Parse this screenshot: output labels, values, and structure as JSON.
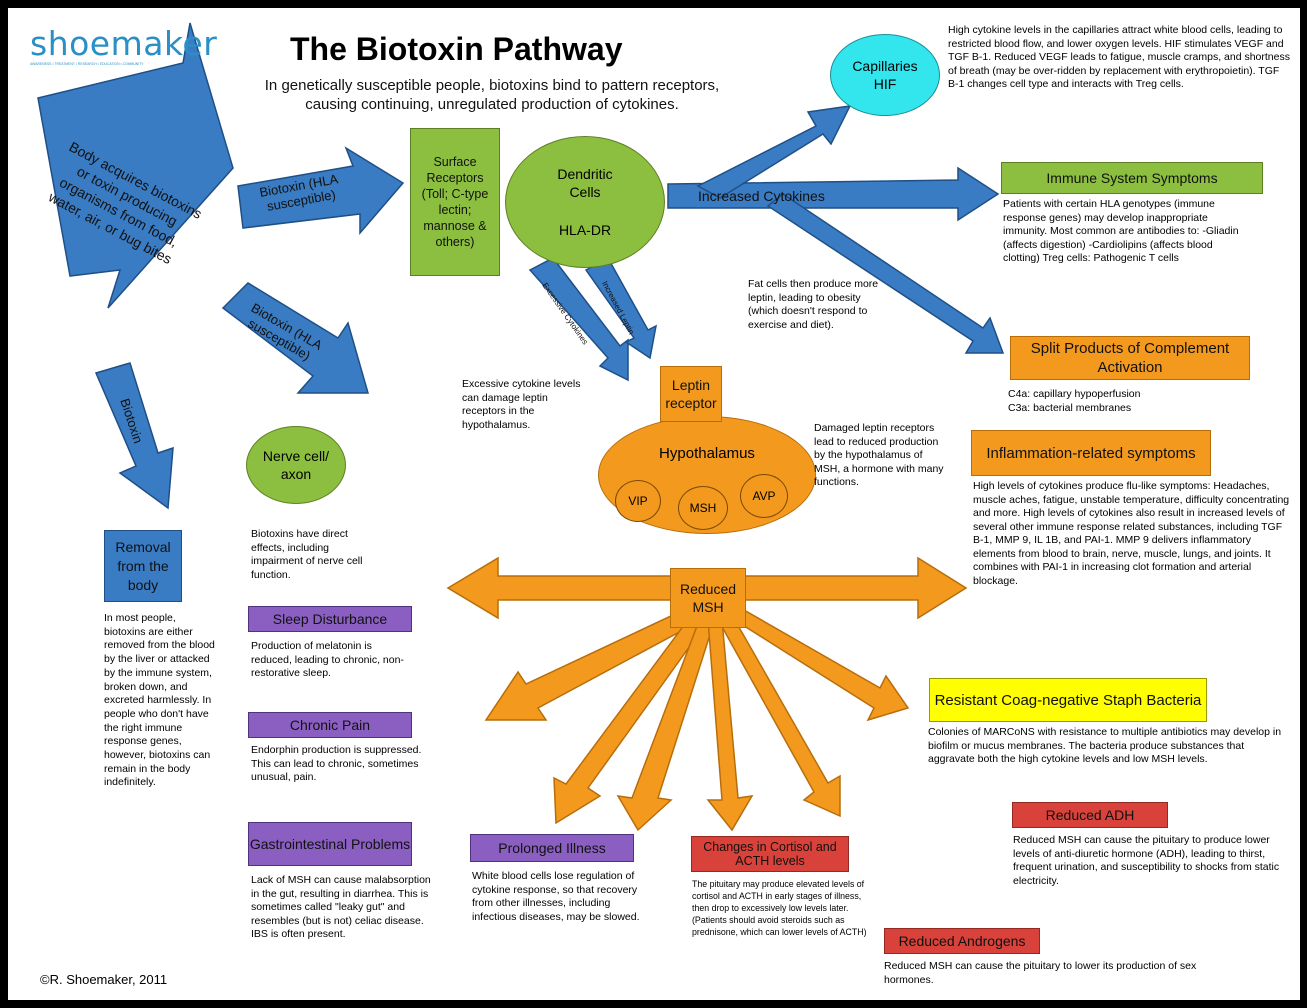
{
  "header": {
    "logo_text": "shoemaker",
    "logo_tagline": "AWARENESS • TREATMENT • RESEARCH • EDUCATION • COMMUNITY",
    "title": "The Biotoxin Pathway",
    "subtitle_line1": "In genetically susceptible people, biotoxins bind to pattern receptors,",
    "subtitle_line2": "causing continuing, unregulated production of cytokines."
  },
  "arrows": {
    "body_acquires": "Body acquires biotoxins or toxin producing organisms from food, water, air, or bug bites",
    "biotoxin_upper": "Biotoxin (HLA susceptible)",
    "biotoxin_middle": "Biotoxin (HLA susceptible)",
    "biotoxin_down": "Biotoxin",
    "increased_cytokines": "Increased Cytokines",
    "excessive_cytokines": "Excessive Cytokines",
    "increased_leptin": "Increased Leptin"
  },
  "nodes": {
    "surface_receptors": "Surface Receptors (Toll; C-type lectin; mannose & others)",
    "dendritic_l1": "Dendritic",
    "dendritic_l2": "Cells",
    "dendritic_l3": "HLA-DR",
    "capillaries_l1": "Capillaries",
    "capillaries_l2": "HIF",
    "leptin_receptor": "Leptin receptor",
    "hypothalamus": "Hypothalamus",
    "vip": "VIP",
    "msh": "MSH",
    "avp": "AVP",
    "nerve_cell": "Nerve cell/ axon",
    "reduced_msh": "Reduced MSH",
    "removal": "Removal from the body"
  },
  "texts": {
    "capillaries_desc": "High cytokine levels in the capillaries attract white blood cells, leading to restricted blood flow, and lower oxygen levels. HIF stimulates VEGF and TGF B-1. Reduced VEGF leads to fatigue, muscle cramps, and shortness of breath (may be over-ridden by replacement with erythropoietin). TGF B-1 changes cell type and interacts with Treg cells.",
    "immune_desc": "Patients with certain HLA genotypes (immune response genes) may develop inappropriate immunity. Most common are antibodies to: -Gliadin (affects digestion) -Cardiolipins (affects blood clotting) Treg cells: Pathogenic T cells",
    "complement_desc1": "C4a: capillary hypoperfusion",
    "complement_desc2": "C3a: bacterial membranes",
    "fat_cells": "Fat cells then produce more leptin, leading to obesity (which doesn't respond to exercise and diet).",
    "excessive_desc": "Excessive cytokine levels can damage leptin receptors in the hypothalamus.",
    "damaged_leptin": "Damaged leptin receptors lead to reduced production by the hypothalamus of MSH, a hormone with many functions.",
    "inflammation_desc": "High levels of cytokines produce flu-like symptoms: Headaches, muscle aches, fatigue, unstable temperature, difficulty concentrating and more. High levels of cytokines also result in increased levels of several other immune response related substances, including TGF B-1, MMP 9, IL 1B, and PAI-1. MMP 9 delivers inflammatory elements from blood to brain, nerve, muscle, lungs, and joints. It combines with PAI-1 in increasing clot formation and arterial blockage.",
    "biotoxins_direct": "Biotoxins have direct effects, including impairment of nerve cell function.",
    "removal_desc": "In most people, biotoxins are either removed from the blood by the liver or attacked by the immune system, broken down, and excreted harmlessly. In people who don't have the right immune response genes, however, biotoxins can remain in the body indefinitely.",
    "sleep_desc": "Production of melatonin is reduced, leading to chronic, non-restorative sleep.",
    "pain_desc": "Endorphin production is suppressed. This can lead to chronic, sometimes unusual, pain.",
    "gi_desc": "Lack of MSH can cause malabsorption in the gut, resulting in diarrhea. This is sometimes called \"leaky gut\" and resembles (but is not) celiac disease. IBS is often present.",
    "illness_desc": "White blood cells lose regulation of cytokine response, so that recovery from other illnesses, including infectious diseases, may be slowed.",
    "cortisol_desc": "The pituitary may produce elevated levels of cortisol and ACTH in early stages of illness, then drop to excessively low levels later. (Patients should avoid steroids such as prednisone, which can lower levels of ACTH)",
    "staph_desc": "Colonies of MARCoNS with resistance to multiple antibiotics may develop in biofilm or mucus membranes. The bacteria produce substances that aggravate both the high cytokine levels and low MSH levels.",
    "adh_desc": "Reduced MSH can cause the pituitary to produce lower levels of anti-diuretic hormone (ADH), leading to thirst, frequent urination, and susceptibility to shocks from static electricity.",
    "androgens_desc": "Reduced MSH can cause the pituitary to lower its production of sex hormones.",
    "copyright": "©R. Shoemaker, 2011"
  },
  "boxes": {
    "immune_symptoms": "Immune System Symptoms",
    "complement": "Split Products of Complement Activation",
    "inflammation": "Inflammation-related symptoms",
    "staph": "Resistant Coag-negative Staph Bacteria",
    "reduced_adh": "Reduced ADH",
    "reduced_androgens": "Reduced Androgens",
    "sleep": "Sleep Disturbance",
    "chronic_pain": "Chronic Pain",
    "gi_problems": "Gastrointestinal Problems",
    "prolonged_illness": "Prolonged Illness",
    "cortisol": "Changes in Cortisol and ACTH levels"
  },
  "colors": {
    "blue": "#3a7cc3",
    "green": "#8cbf3f",
    "orange": "#f39a1e",
    "purple": "#8b5fc2",
    "red": "#d8423a",
    "yellow": "#ffff00",
    "cyan": "#33e6ee",
    "logo": "#2a8fc7"
  }
}
